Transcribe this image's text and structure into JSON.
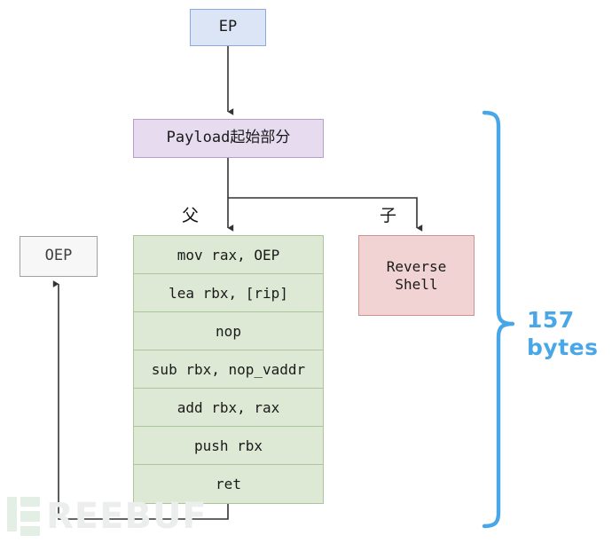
{
  "diagram": {
    "title_nodes": {
      "entry_point": "EP",
      "payload": "Payload起始部分",
      "original_entry_point": "OEP",
      "reverse_shell": "Reverse\nShell"
    },
    "edge_labels": {
      "parent": "父",
      "child": "子"
    },
    "instruction_stack": [
      {
        "text": "mov rax, OEP"
      },
      {
        "text": "lea rbx, [rip]"
      },
      {
        "text": "nop"
      },
      {
        "text": "sub rbx, nop_vaddr"
      },
      {
        "text": "add rbx, rax"
      },
      {
        "text": "push rbx"
      },
      {
        "text": "ret"
      }
    ],
    "annotation": {
      "size_value": "157",
      "size_unit": "bytes"
    },
    "watermark": {
      "text": "REEBUF"
    },
    "colors": {
      "ep_fill": "#dce5f5",
      "ep_border": "#8eaadb",
      "payload_fill": "#e7dcef",
      "payload_border": "#b79ec8",
      "stack_fill": "#dde9d5",
      "stack_border": "#a9c79a",
      "shell_fill": "#f2d3d3",
      "shell_border": "#cd9292",
      "oep_fill": "#f7f7f7",
      "oep_border": "#a0a0a0",
      "brace_accent": "#49a7e8",
      "connector": "#333333"
    }
  }
}
